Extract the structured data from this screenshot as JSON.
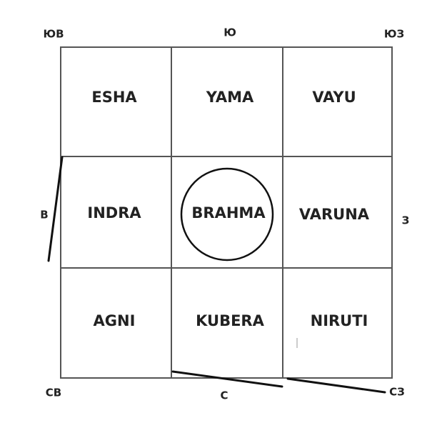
{
  "cells": [
    [
      "ESHA",
      "YAMA",
      "VAYU"
    ],
    [
      "INDRA",
      "BRAHMA",
      "VARUNA"
    ],
    [
      "AGNI",
      "KUBERA",
      "NIRUTI"
    ]
  ],
  "directions": {
    "se": "ЮВ",
    "s": "Ю",
    "sw": "ЮЗ",
    "e": "В",
    "w": "З",
    "ne": "СВ",
    "n": "С",
    "nw": "СЗ"
  },
  "colors": {
    "grid": "#555555",
    "text": "#222222",
    "stroke": "#111111"
  }
}
